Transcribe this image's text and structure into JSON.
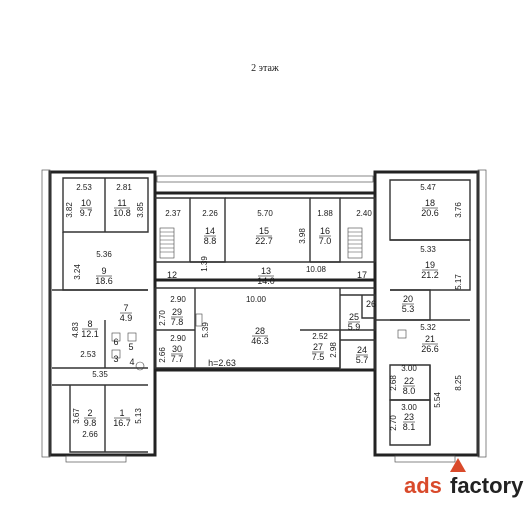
{
  "title": "2 этаж",
  "rooms": [
    {
      "id": "room-10",
      "number": "10",
      "area": "9.7"
    },
    {
      "id": "room-11",
      "number": "11",
      "area": "10.8"
    },
    {
      "id": "room-14",
      "number": "14",
      "area": "8.8"
    },
    {
      "id": "room-15",
      "number": "15",
      "area": "22.7"
    },
    {
      "id": "room-16",
      "number": "16",
      "area": "7.0"
    },
    {
      "id": "room-18",
      "number": "18",
      "area": "20.6"
    },
    {
      "id": "room-9",
      "number": "9",
      "area": "18.6"
    },
    {
      "id": "room-13",
      "number": "13",
      "area": "14.0"
    },
    {
      "id": "room-19",
      "number": "19",
      "area": "21.2"
    },
    {
      "id": "room-29",
      "number": "29",
      "area": "7.8"
    },
    {
      "id": "room-28",
      "number": "28",
      "area": "46.3"
    },
    {
      "id": "room-8",
      "number": "8",
      "area": "12.1"
    },
    {
      "id": "room-25",
      "number": "25",
      "area": "5.9"
    },
    {
      "id": "room-20",
      "number": "20",
      "area": "5.3"
    },
    {
      "id": "room-27",
      "number": "27",
      "area": "7.5"
    },
    {
      "id": "room-24",
      "number": "24",
      "area": "5.7"
    },
    {
      "id": "room-30",
      "number": "30",
      "area": "7.7"
    },
    {
      "id": "room-7",
      "number": "7",
      "area": "4.9"
    },
    {
      "id": "room-21",
      "number": "21",
      "area": "26.6"
    },
    {
      "id": "room-22",
      "number": "22",
      "area": "8.0"
    },
    {
      "id": "room-2",
      "number": "2",
      "area": "9.8"
    },
    {
      "id": "room-1",
      "number": "1",
      "area": "16.7"
    },
    {
      "id": "room-23",
      "number": "23",
      "area": "8.1"
    }
  ],
  "labels": {
    "r12": "12",
    "r17": "17",
    "r26": "26",
    "r6": "6",
    "r5": "5",
    "r3": "3",
    "r4": "4",
    "height": "h=2.63"
  },
  "dims": {
    "d253": "2.53",
    "d281": "2.81",
    "d382": "3.82",
    "d385": "3.85",
    "d237": "2.37",
    "d226": "2.26",
    "d570": "5.70",
    "d188": "1.88",
    "d240": "2.40",
    "d398": "3.98",
    "d547": "5.47",
    "d376": "3.76",
    "d536": "5.36",
    "d324": "3.24",
    "d139": "1.39",
    "d1008": "10.08",
    "d533": "5.33",
    "d517": "5.17",
    "d1000": "10.00",
    "d290a": "2.90",
    "d270a": "2.70",
    "d539": "5.39",
    "d483": "4.83",
    "d252": "2.52",
    "d298": "2.98",
    "d532": "5.32",
    "d290b": "2.90",
    "d266": "2.66",
    "d253b": "2.53",
    "d535": "5.35",
    "d300a": "3.00",
    "d268": "2.68",
    "d554": "5.54",
    "d825": "8.25",
    "d367": "3.67",
    "d513": "5.13",
    "d266b": "2.66",
    "d300b": "3.00",
    "d270b": "2.70"
  },
  "watermark": {
    "part1": "ads",
    "part2": "factory",
    "accent": "#d94a2b"
  }
}
